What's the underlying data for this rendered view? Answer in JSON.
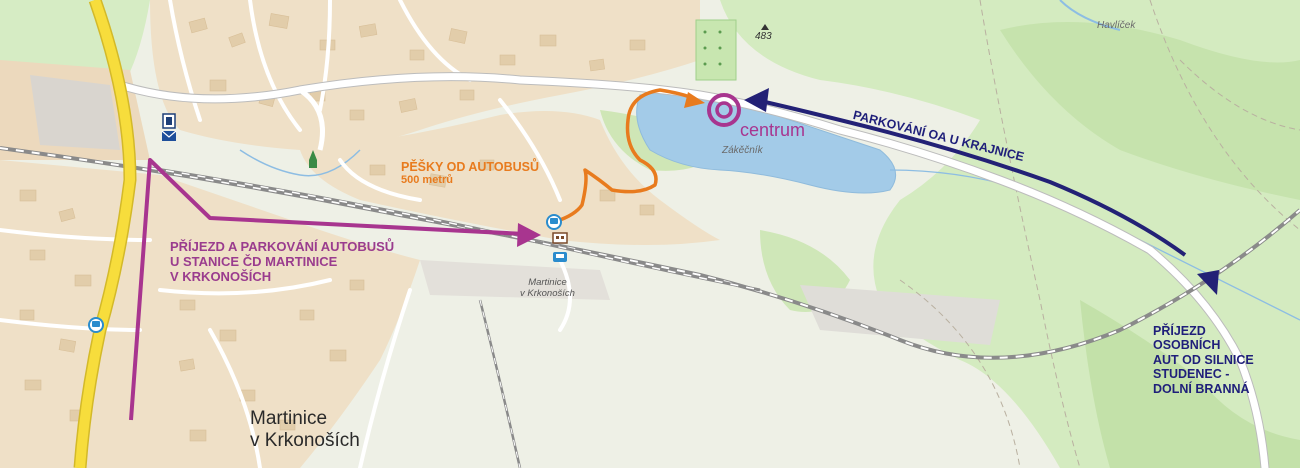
{
  "town_label": [
    "Martinice",
    "v Krkonoších"
  ],
  "station_label": [
    "Martinice",
    "v Krkonoších"
  ],
  "centrum_label": "centrum",
  "pond_label": "Zákěčník",
  "hill_label": "Havlíček",
  "elevation_label": "483",
  "bus_parking_label": [
    "PŘÍJEZD A PARKOVÁNÍ AUTOBUSŮ",
    "U STANICE ČD MARTINICE",
    "V KRKONOŠÍCH"
  ],
  "walk_label": [
    "PĚŠKY OD  AUTOBUSŮ",
    "500 metrů"
  ],
  "car_parking_label": "PARKOVÁNÍ OA U KRAJNICE",
  "car_arrival_label": [
    "PŘÍJEZD",
    "OSOBNÍCH",
    "AUT OD SILNICE",
    "STUDENEC -",
    "DOLNÍ BRANNÁ"
  ],
  "colors": {
    "bus_route": "#a8358f",
    "walk_route": "#e87b1e",
    "car_route": "#232176",
    "main_road": "#f6dc3e",
    "water": "#9fc9e8",
    "forest": "#cfe8b8",
    "built_up": "#eedfc6"
  },
  "icons": [
    "bus-stop-icon",
    "train-station-icon",
    "post-office-icon",
    "church-icon",
    "target-icon"
  ]
}
